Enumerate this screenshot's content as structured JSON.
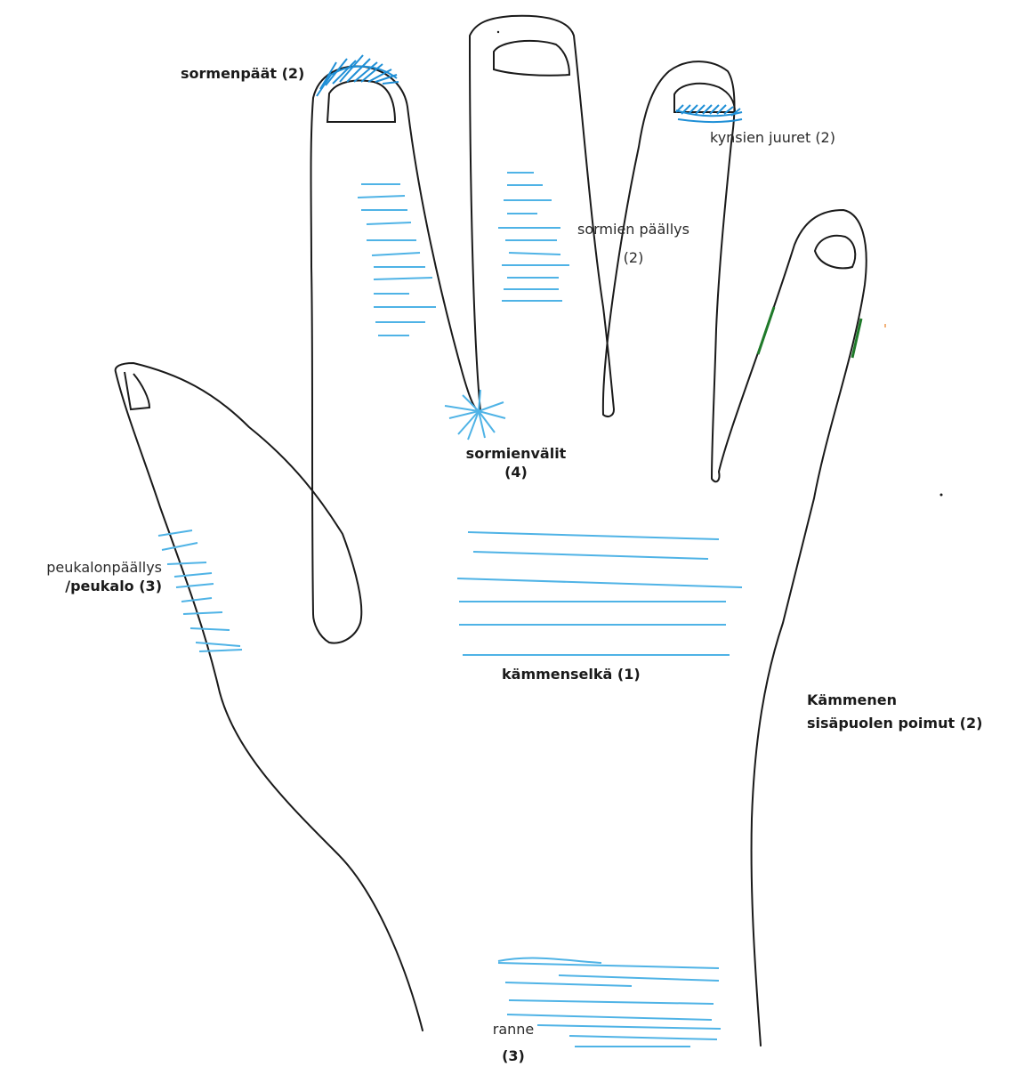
{
  "labels": {
    "fingertips": "sormenpäät (2)",
    "nail_roots": "kynsien juuret (2)",
    "finger_backs_line1": "sormien päällys",
    "finger_backs_line2": "(2)",
    "between_fingers_line1": "sormienvälit",
    "between_fingers_line2": "(4)",
    "thumb_line1": "peukalonpäällys",
    "thumb_line2": "/peukalo (3)",
    "back_of_hand": "kämmenselkä (1)",
    "palm_creases_line1": "Kämmenen",
    "palm_creases_line2": "sisäpuolen poimut (2)",
    "wrist_line1": "ranne",
    "wrist_line2": "(3)"
  },
  "colors": {
    "outline": "#1a1a1a",
    "marking": "#4fb3e6",
    "marking_dark": "#1f8fd6",
    "palm_crease_mark": "#1f7a2a",
    "background": "#ffffff"
  }
}
